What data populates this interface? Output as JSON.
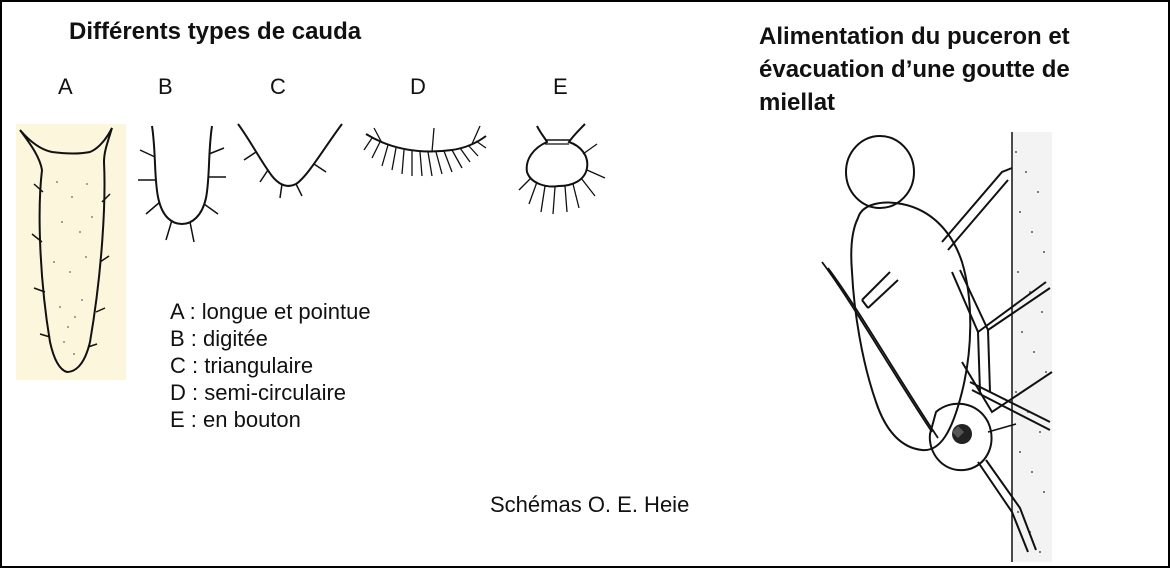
{
  "left_panel": {
    "title": "Différents types de cauda",
    "letters": [
      "A",
      "B",
      "C",
      "D",
      "E"
    ],
    "legend": [
      "A : longue et pointue",
      "B : digitée",
      "C : triangulaire",
      "D : semi-circulaire",
      "E : en bouton"
    ]
  },
  "right_panel": {
    "title_lines": [
      "Alimentation du puceron et",
      "évacuation d’une goutte de",
      "miellat"
    ]
  },
  "credit": "Schémas O. E. Heie",
  "colors": {
    "cauda_a_fill": "#fbf6dc",
    "ink": "#111111",
    "border": "#000000"
  }
}
